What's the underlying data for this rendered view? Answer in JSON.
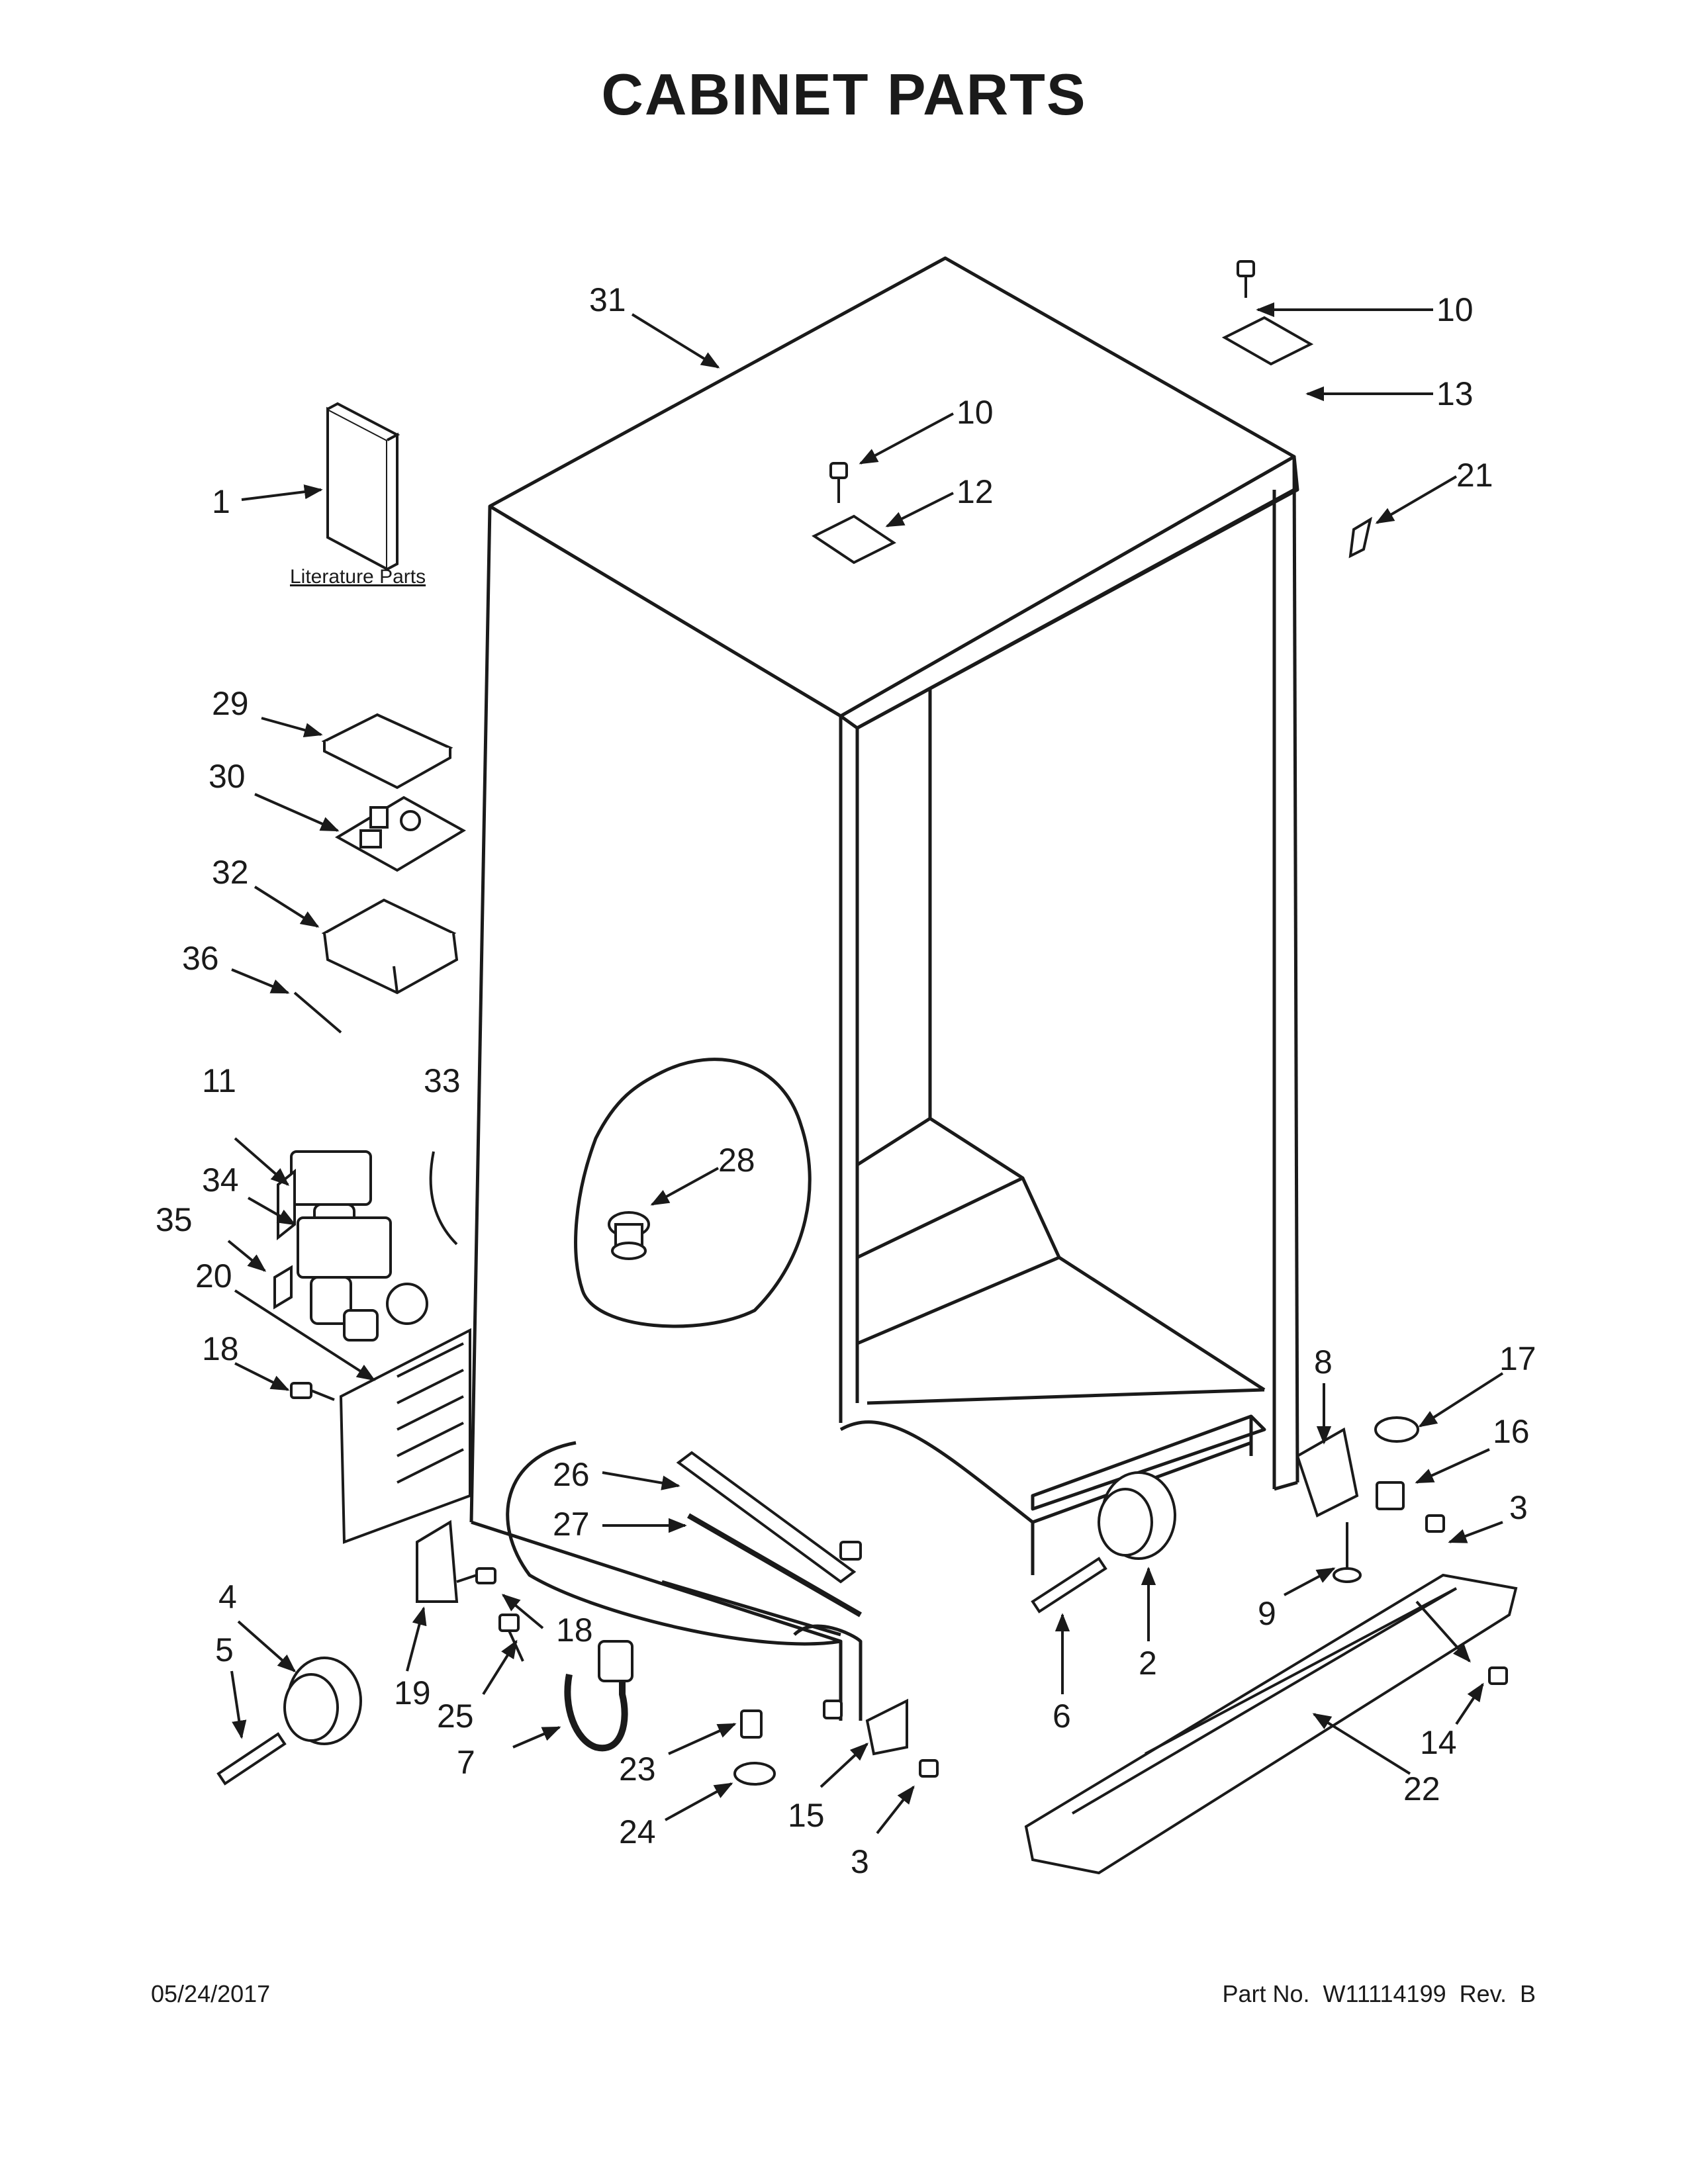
{
  "title": "CABINET PARTS",
  "literature_caption": "Literature Parts",
  "footer": {
    "date": "05/24/2017",
    "part_number": "Part No.  W11114199  Rev.  B"
  },
  "callouts": [
    "31",
    "10",
    "13",
    "10",
    "12",
    "21",
    "1",
    "29",
    "30",
    "32",
    "36",
    "11",
    "33",
    "28",
    "34",
    "35",
    "20",
    "18",
    "8",
    "17",
    "16",
    "3",
    "26",
    "27",
    "4",
    "5",
    "19",
    "18",
    "25",
    "7",
    "23",
    "24",
    "15",
    "3",
    "6",
    "2",
    "9",
    "14",
    "22"
  ]
}
